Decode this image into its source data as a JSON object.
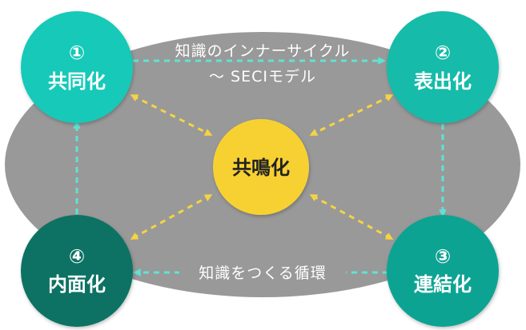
{
  "top_caption": {
    "line1": "知識のインナーサイクル",
    "line2": "〜 SECIモデル"
  },
  "bottom_caption": "知識をつくる循環",
  "center": {
    "label": "共鳴化"
  },
  "nodes": {
    "socialization": {
      "number": "①",
      "label": "共同化"
    },
    "externalization": {
      "number": "②",
      "label": "表出化"
    },
    "combination": {
      "number": "③",
      "label": "連結化"
    },
    "internalization": {
      "number": "④",
      "label": "内面化"
    }
  },
  "colors": {
    "background_ellipse": "#999999",
    "socialization": "#16c9b8",
    "externalization": "#13bba9",
    "combination": "#0ea392",
    "internalization": "#0a7264",
    "center": "#f7d130",
    "arrow_cycle": "#5fe3d4",
    "arrow_center": "#f5d442"
  }
}
